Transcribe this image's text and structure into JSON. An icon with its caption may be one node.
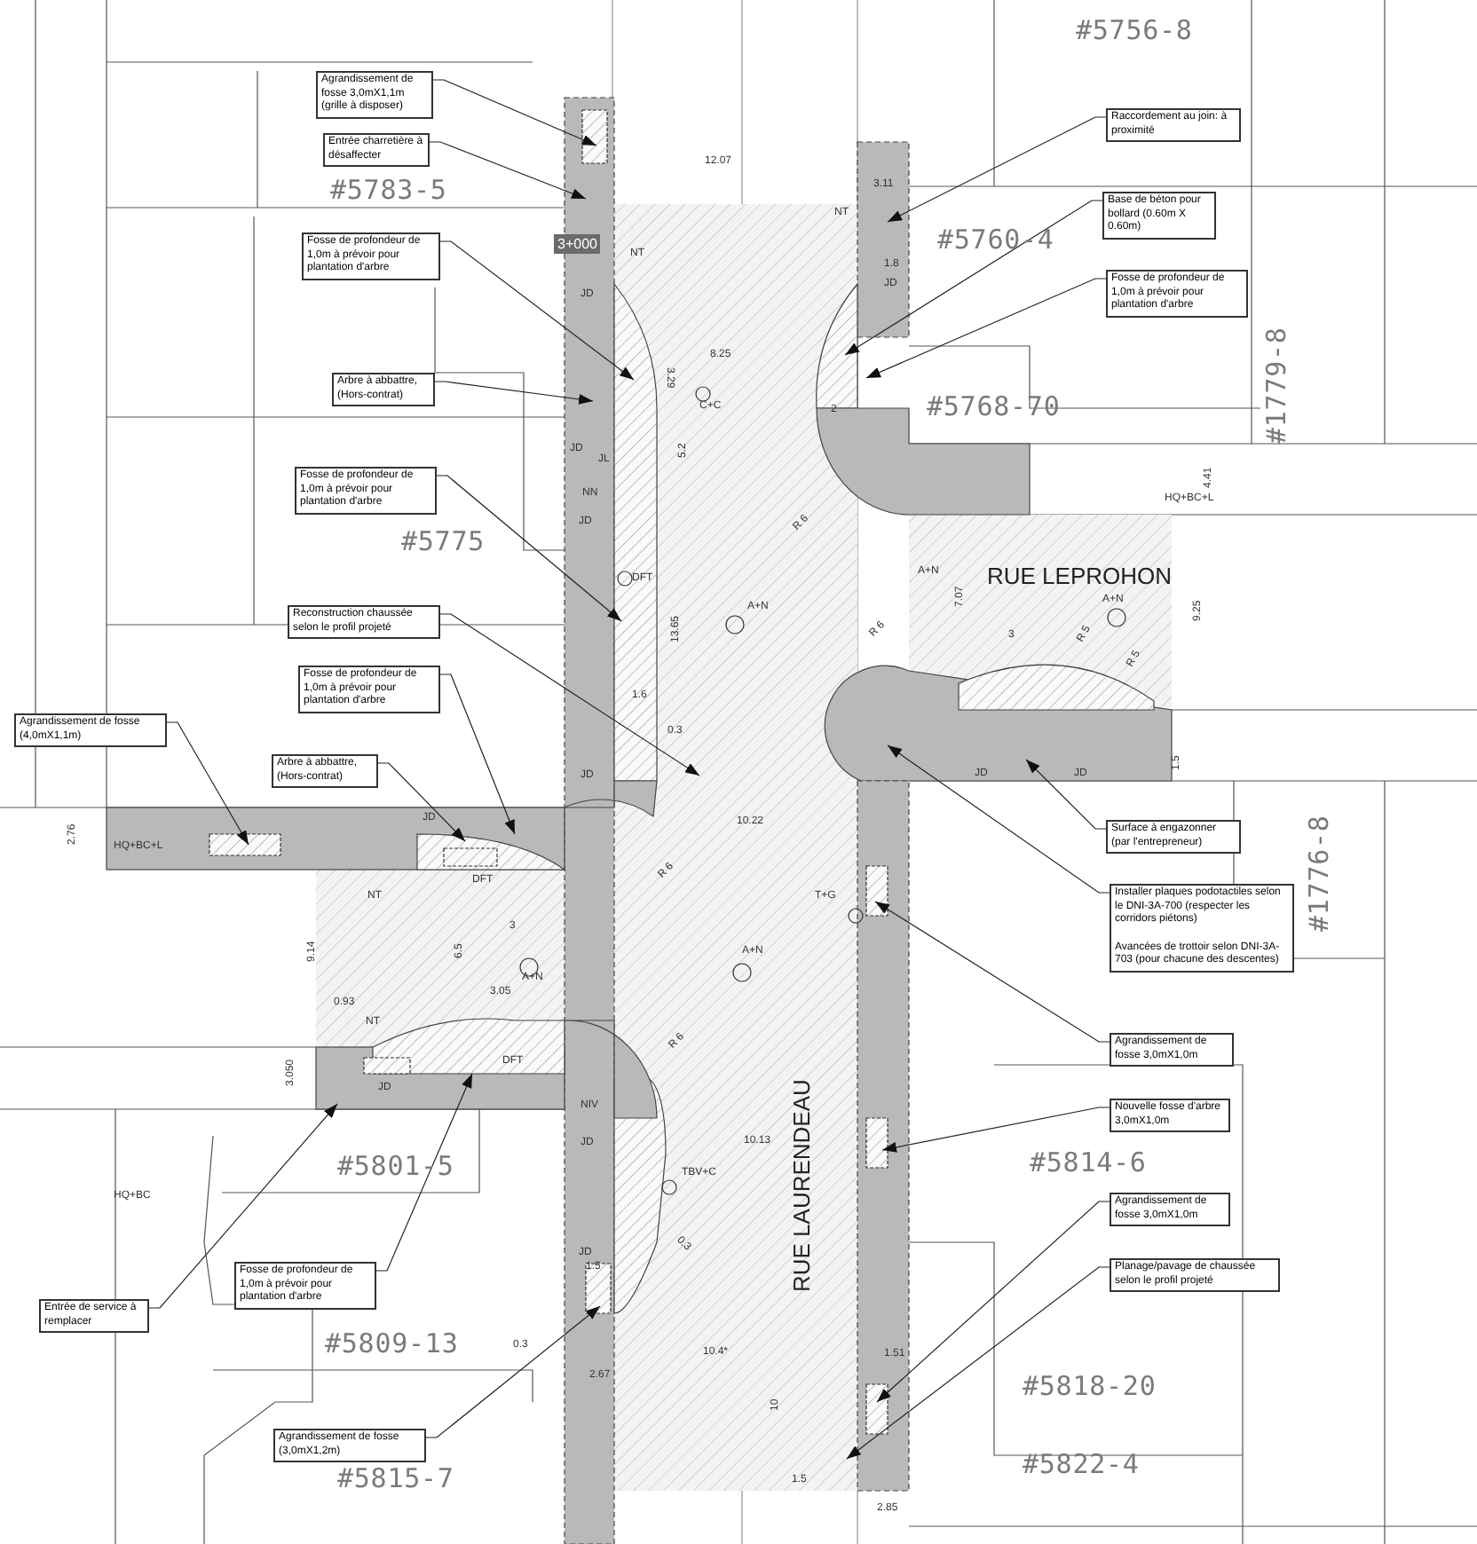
{
  "diagram": {
    "nodes": [
      {
        "text": [
          "Agrandissement de fosse 3,0mX1,1m (grille à disposer)"
        ]
      },
      {
        "text": [
          "Entrée charretière à désaffecter"
        ]
      },
      {
        "text": [
          "Fosse de profondeur de 1,0m à prévoir pour plantation d'arbre"
        ]
      },
      {
        "text": [
          "Arbre à abbattre, (Hors-contrat)"
        ]
      },
      {
        "text": [
          "Fosse de profondeur de 1,0m à prévoir pour plantation d'arbre"
        ]
      },
      {
        "text": [
          "Reconstruction chaussée selon le profil projeté"
        ]
      },
      {
        "text": [
          "Fosse de profondeur de 1,0m à prévoir pour plantation d'arbre"
        ]
      },
      {
        "text": [
          "Agrandissement de fosse (4,0mX1,1m)"
        ]
      },
      {
        "text": [
          "Arbre à abbattre, (Hors-contrat)"
        ]
      },
      {
        "text": [
          "Entrée de service à remplacer"
        ]
      },
      {
        "text": [
          "Fosse de profondeur de 1,0m à prévoir pour plantation d'arbre"
        ]
      },
      {
        "text": [
          "Agrandissement de fosse (3,0mX1,2m)"
        ]
      },
      {
        "text": [
          "Raccordement au join: à proximité"
        ]
      },
      {
        "text": [
          "Base de béton pour bollard (0.60m X 0.60m)"
        ]
      },
      {
        "text": [
          "Fosse de profondeur de 1,0m à prévoir pour plantation d'arbre"
        ]
      },
      {
        "text": [
          "Surface à engazonner (par l'entrepreneur)"
        ]
      },
      {
        "text": [
          "Installer plaques podotactiles selon le DNI-3A-700 (respecter les corridors piétons)",
          "Avancées de trottoir selon DNI-3A-703 (pour chacune des descentes)"
        ]
      },
      {
        "text": [
          "Agrandissement de fosse 3,0mX1,0m"
        ]
      },
      {
        "text": [
          "Nouvelle fosse d'arbre 3,0mX1,0m"
        ]
      },
      {
        "text": [
          "Agrandissement de fosse 3,0mX1,0m"
        ]
      },
      {
        "text": [
          "Planage/pavage de chaussée selon le profil projeté"
        ]
      }
    ],
    "edges": [
      {
        "from": 0,
        "to": null,
        "arrow": "to"
      },
      {
        "from": 1,
        "to": null,
        "arrow": "to"
      },
      {
        "from": 2,
        "to": null,
        "arrow": "to"
      },
      {
        "from": 3,
        "to": null,
        "arrow": "to"
      },
      {
        "from": 4,
        "to": null,
        "arrow": "to"
      },
      {
        "from": 5,
        "to": null,
        "arrow": "to"
      },
      {
        "from": 6,
        "to": null,
        "arrow": "to"
      },
      {
        "from": 7,
        "to": null,
        "arrow": "to"
      },
      {
        "from": 8,
        "to": null,
        "arrow": "to"
      },
      {
        "from": 9,
        "to": null,
        "arrow": "to"
      },
      {
        "from": 10,
        "to": null,
        "arrow": "to"
      },
      {
        "from": 11,
        "to": null,
        "arrow": "to"
      },
      {
        "from": 12,
        "to": null,
        "arrow": "to"
      },
      {
        "from": 13,
        "to": null,
        "arrow": "to"
      },
      {
        "from": 14,
        "to": null,
        "arrow": "to"
      },
      {
        "from": 15,
        "to": null,
        "arrow": "to"
      },
      {
        "from": 16,
        "to": null,
        "arrow": "to"
      },
      {
        "from": 17,
        "to": null,
        "arrow": "to"
      },
      {
        "from": 18,
        "to": null,
        "arrow": "to"
      },
      {
        "from": 19,
        "to": null,
        "arrow": "to"
      },
      {
        "from": 20,
        "to": null,
        "arrow": "to"
      }
    ],
    "labels": [
      "#5756-8",
      "#5783-5",
      "3+000",
      "#5760-4",
      "#5768-70",
      "#1779-8",
      "#5775",
      "RUE LEPROHON",
      "#1776-8",
      "RUE LAURENDEAU",
      "#5801-5",
      "#5809-13",
      "#5814-6",
      "#5818-20",
      "#5815-7",
      "#5822-4",
      "12.07",
      "3.11",
      "NT",
      "NT",
      "JD",
      "1.8",
      "JD",
      "8.25",
      "2",
      "3.29",
      "C+C",
      "JD",
      "JL",
      "5.2",
      "NN",
      "JD",
      "4.41",
      "HQ+BC+L",
      "R 6",
      "DFT",
      "A+N",
      "A+N",
      "7.07",
      "9.25",
      "A+N",
      "13.65",
      "3",
      "R 5",
      "R 5",
      "R 6",
      "1.6",
      "0.3",
      "1.5",
      "JD",
      "JD",
      "JD",
      "10.22",
      "2.76",
      "HQ+BC+L",
      "JD",
      "DFT",
      "R 6",
      "NT",
      "T+G",
      "3",
      "A+N",
      "A+N",
      "9.14",
      "6.5",
      "3.05",
      "0.93",
      "NT",
      "R 6",
      "3.050",
      "JD",
      "DFT",
      "NIV",
      "JD",
      "10.13",
      "TBV+C",
      "HQ+BC",
      "0.3",
      "JD",
      "1.5",
      "0.3",
      "10.4*",
      "2.67",
      "1.51",
      "10",
      "1.5",
      "2.85"
    ]
  }
}
